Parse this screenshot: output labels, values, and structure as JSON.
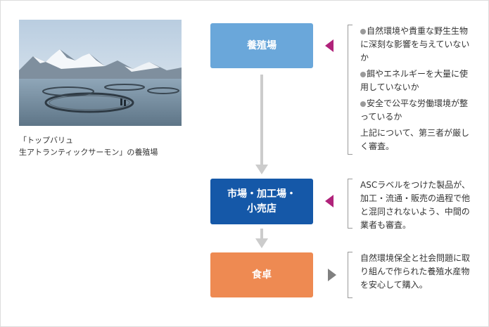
{
  "caption": {
    "line1": "「トップバリュ",
    "line2": "生アトランティックサーモン」の養殖場"
  },
  "flow": {
    "step1": "養殖場",
    "step2_line1": "市場・加工場・",
    "step2_line2": "小売店",
    "step3": "食卓"
  },
  "notes": {
    "farm": {
      "bullets": [
        "自然環境や貴重な野生生物に深刻な影響を与えていないか",
        "餌やエネルギーを大量に使用していないか",
        "安全で公平な労働環境が整っているか"
      ],
      "summary": "上記について、第三者が厳しく審査。"
    },
    "market": "ASCラベルをつけた製品が、加工・流通・販売の過程で他と混同されないよう、中間の業者も審査。",
    "table": "自然環境保全と社会問題に取り組んで作られた養殖水産物を安心して購入。"
  },
  "colors": {
    "farm_box": "#6aa7da",
    "market_box": "#1558a8",
    "table_box": "#ee8a52",
    "pointer_magenta": "#b0227a",
    "pointer_gray": "#808080",
    "connector": "#cccccc"
  }
}
